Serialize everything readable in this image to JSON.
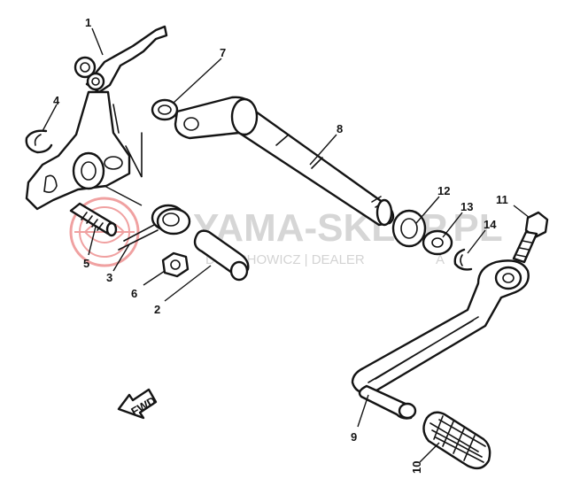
{
  "callouts": {
    "p1": "1",
    "p2": "2",
    "p3": "3",
    "p4": "4",
    "p5": "5",
    "p6": "6",
    "p7": "7",
    "p8": "8",
    "p9": "9",
    "p10": "10",
    "p11": "11",
    "p12": "12",
    "p13": "13",
    "p14": "14"
  },
  "direction_marker": "FWD",
  "watermark": {
    "brand": "YAMA-SKLEP.PL",
    "subtitle": "DICECHOWICZ | DEALER",
    "subtitle_tail": "A",
    "color": "#e03030"
  }
}
